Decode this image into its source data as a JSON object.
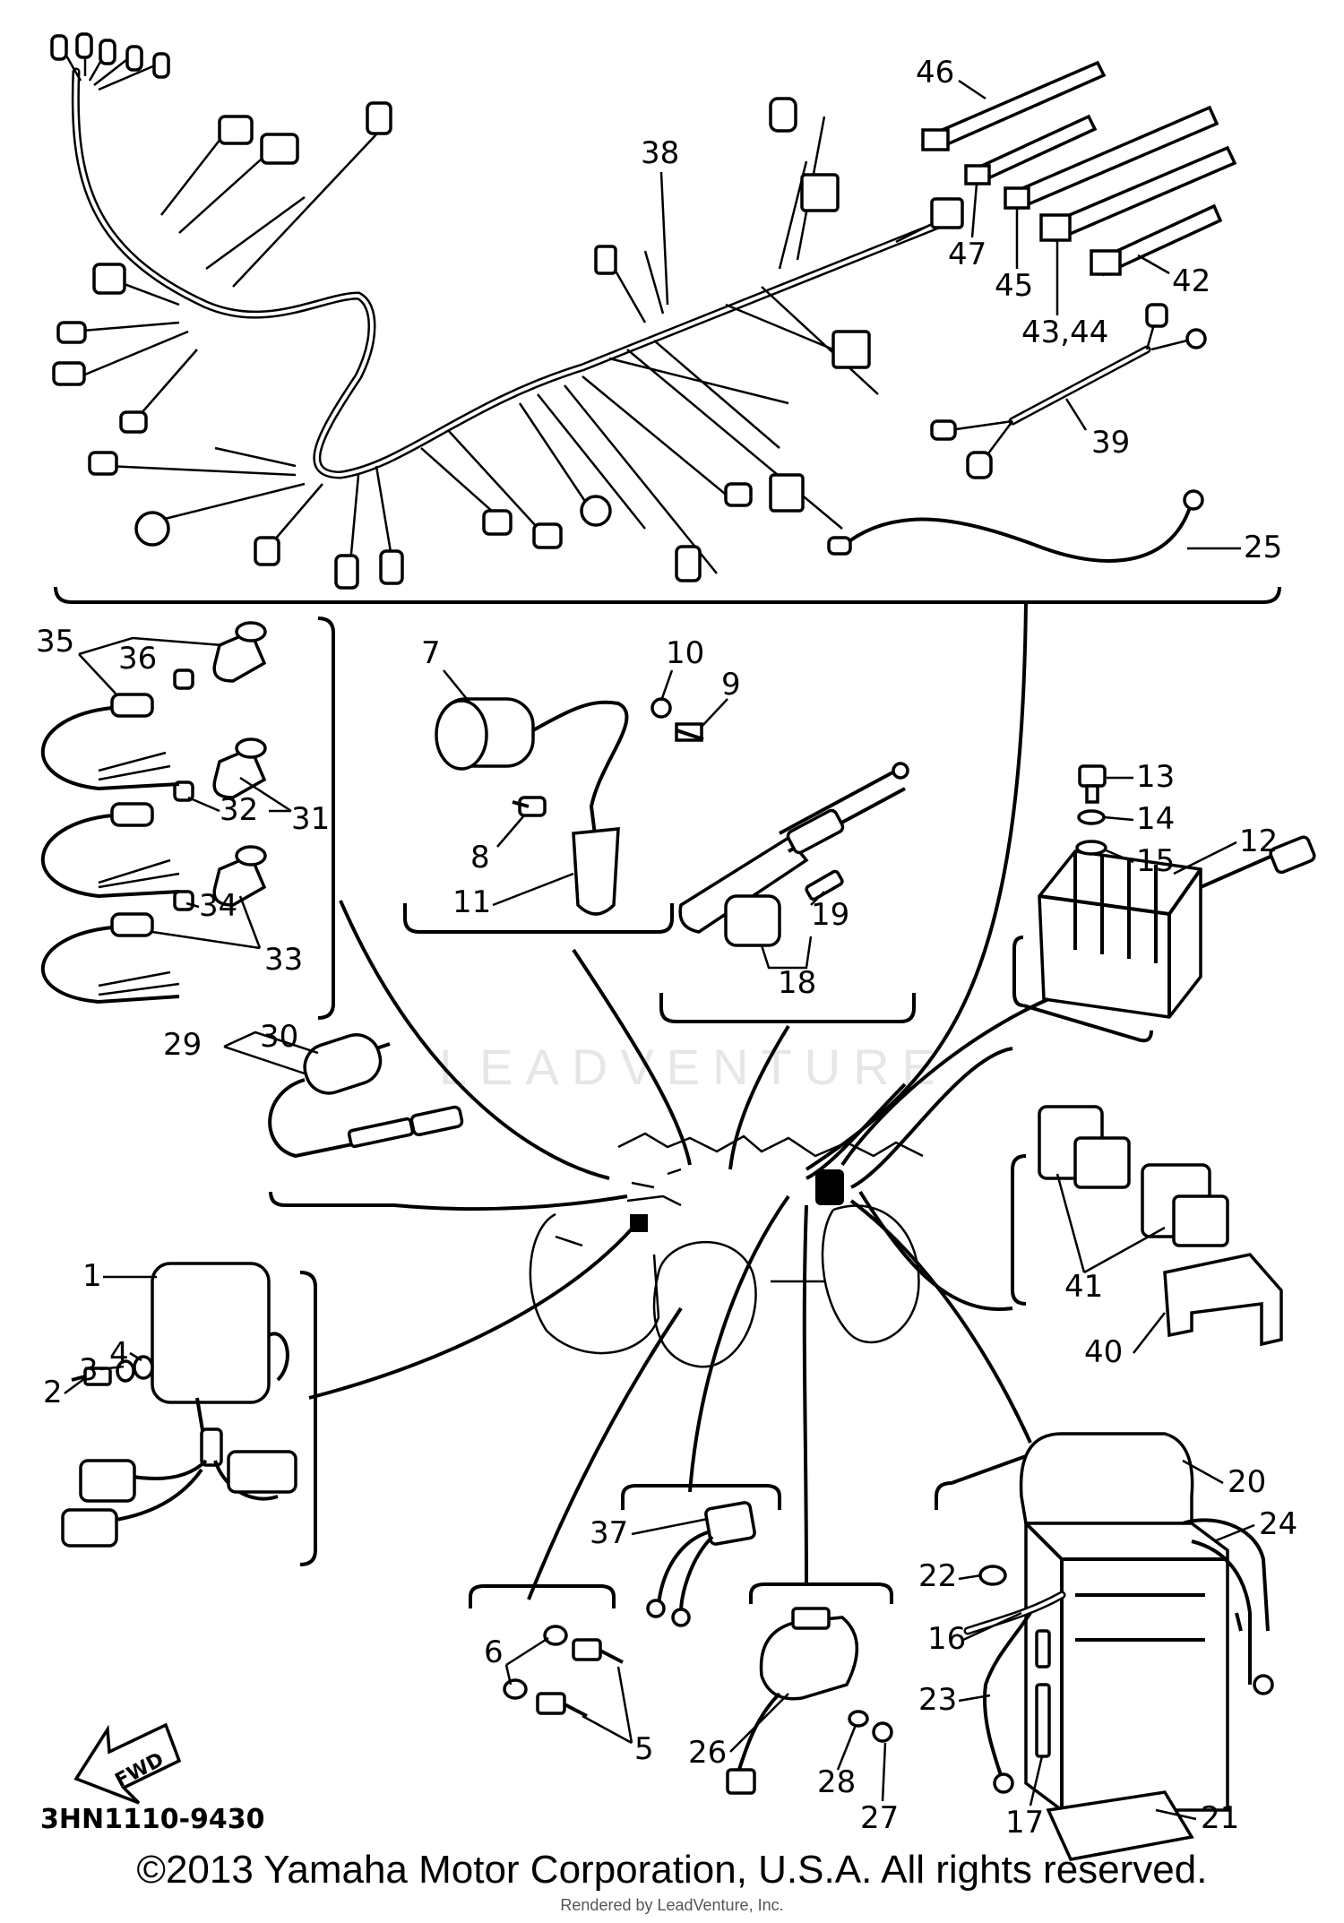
{
  "diagram": {
    "part_code": "3HN1110-9430",
    "direction_label": "FWD",
    "watermark": "LEADVENTURE",
    "copyright": "©2013 Yamaha Motor Corporation, U.S.A. All rights reserved.",
    "rendered_by": "Rendered by LeadVenture, Inc.",
    "callouts": [
      {
        "id": "c1",
        "text": "1"
      },
      {
        "id": "c2",
        "text": "2"
      },
      {
        "id": "c3",
        "text": "3"
      },
      {
        "id": "c4",
        "text": "4"
      },
      {
        "id": "c5",
        "text": "5"
      },
      {
        "id": "c6",
        "text": "6"
      },
      {
        "id": "c7",
        "text": "7"
      },
      {
        "id": "c8",
        "text": "8"
      },
      {
        "id": "c9",
        "text": "9"
      },
      {
        "id": "c10",
        "text": "10"
      },
      {
        "id": "c11",
        "text": "11"
      },
      {
        "id": "c12",
        "text": "12"
      },
      {
        "id": "c13",
        "text": "13"
      },
      {
        "id": "c14",
        "text": "14"
      },
      {
        "id": "c15",
        "text": "15"
      },
      {
        "id": "c16",
        "text": "16"
      },
      {
        "id": "c17",
        "text": "17"
      },
      {
        "id": "c18",
        "text": "18"
      },
      {
        "id": "c19",
        "text": "19"
      },
      {
        "id": "c20",
        "text": "20"
      },
      {
        "id": "c21",
        "text": "21"
      },
      {
        "id": "c22",
        "text": "22"
      },
      {
        "id": "c23",
        "text": "23"
      },
      {
        "id": "c24",
        "text": "24"
      },
      {
        "id": "c25",
        "text": "25"
      },
      {
        "id": "c26",
        "text": "26"
      },
      {
        "id": "c27",
        "text": "27"
      },
      {
        "id": "c28",
        "text": "28"
      },
      {
        "id": "c29",
        "text": "29"
      },
      {
        "id": "c30",
        "text": "30"
      },
      {
        "id": "c31",
        "text": "31"
      },
      {
        "id": "c32",
        "text": "32"
      },
      {
        "id": "c33",
        "text": "33"
      },
      {
        "id": "c34",
        "text": "34"
      },
      {
        "id": "c35",
        "text": "35"
      },
      {
        "id": "c36",
        "text": "36"
      },
      {
        "id": "c37",
        "text": "37"
      },
      {
        "id": "c38",
        "text": "38"
      },
      {
        "id": "c39",
        "text": "39"
      },
      {
        "id": "c40",
        "text": "40"
      },
      {
        "id": "c41",
        "text": "41"
      },
      {
        "id": "c42",
        "text": "42"
      },
      {
        "id": "c4344",
        "text": "43,44"
      },
      {
        "id": "c45",
        "text": "45"
      },
      {
        "id": "c46",
        "text": "46"
      },
      {
        "id": "c47",
        "text": "47"
      }
    ]
  }
}
